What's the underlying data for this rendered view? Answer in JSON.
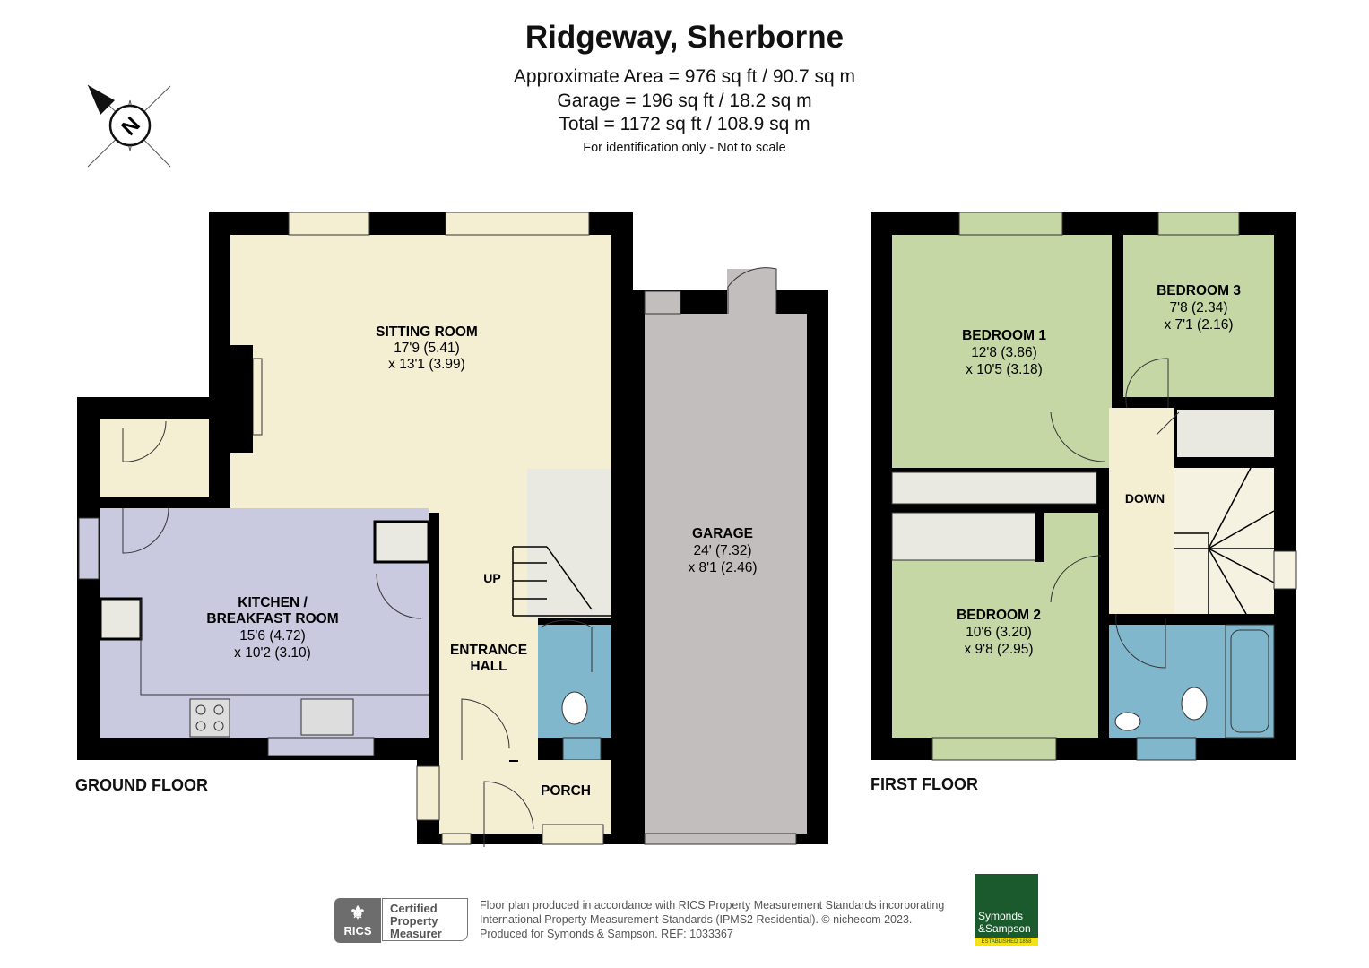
{
  "header": {
    "title": "Ridgeway, Sherborne",
    "area": "Approximate Area = 976 sq ft / 90.7 sq m",
    "garage": "Garage = 196 sq ft / 18.2 sq m",
    "total": "Total = 1172 sq ft / 108.9 sq m",
    "note": "For identification only - Not to scale"
  },
  "compass": {
    "label": "N",
    "icon": "compass-north-icon"
  },
  "ground_floor": {
    "label": "GROUND FLOOR",
    "rooms": {
      "sitting": {
        "name": "SITTING ROOM",
        "dim1": "17'9 (5.41)",
        "dim2": "x 13'1 (3.99)"
      },
      "kitchen": {
        "name1": "KITCHEN /",
        "name2": "BREAKFAST ROOM",
        "dim1": "15'6 (4.72)",
        "dim2": "x 10'2 (3.10)"
      },
      "garage": {
        "name": "GARAGE",
        "dim1": "24' (7.32)",
        "dim2": "x 8'1 (2.46)"
      },
      "hall": {
        "name1": "ENTRANCE",
        "name2": "HALL"
      },
      "porch": {
        "name": "PORCH"
      },
      "stairs": {
        "label": "UP"
      }
    }
  },
  "first_floor": {
    "label": "FIRST FLOOR",
    "rooms": {
      "bed1": {
        "name": "BEDROOM 1",
        "dim1": "12'8 (3.86)",
        "dim2": "x 10'5 (3.18)"
      },
      "bed2": {
        "name": "BEDROOM 2",
        "dim1": "10'6 (3.20)",
        "dim2": "x 9'8 (2.95)"
      },
      "bed3": {
        "name": "BEDROOM 3",
        "dim1": "7'8 (2.34)",
        "dim2": "x 7'1 (2.16)"
      },
      "stairs": {
        "label": "DOWN"
      }
    }
  },
  "footer": {
    "rics": "RICS",
    "certified": [
      "Certified",
      "Property",
      "Measurer"
    ],
    "lines": [
      "Floor plan produced in accordance with RICS Property Measurement Standards incorporating",
      "International Property Measurement Standards (IPMS2 Residential).   © nichecom 2023.",
      "Produced for Symonds & Sampson.   REF:  1033367"
    ],
    "logo": [
      "Symonds",
      "&Sampson"
    ],
    "logo_strip": "ESTABLISHED 1858"
  },
  "colors": {
    "sitting": "#f4eed3",
    "kitchen": "#c9c9df",
    "garage": "#c3bebe",
    "bedroom": "#c5d7a5",
    "bathroom": "#80b7cd",
    "wall": "#000000",
    "store": "#e9e8e1"
  }
}
